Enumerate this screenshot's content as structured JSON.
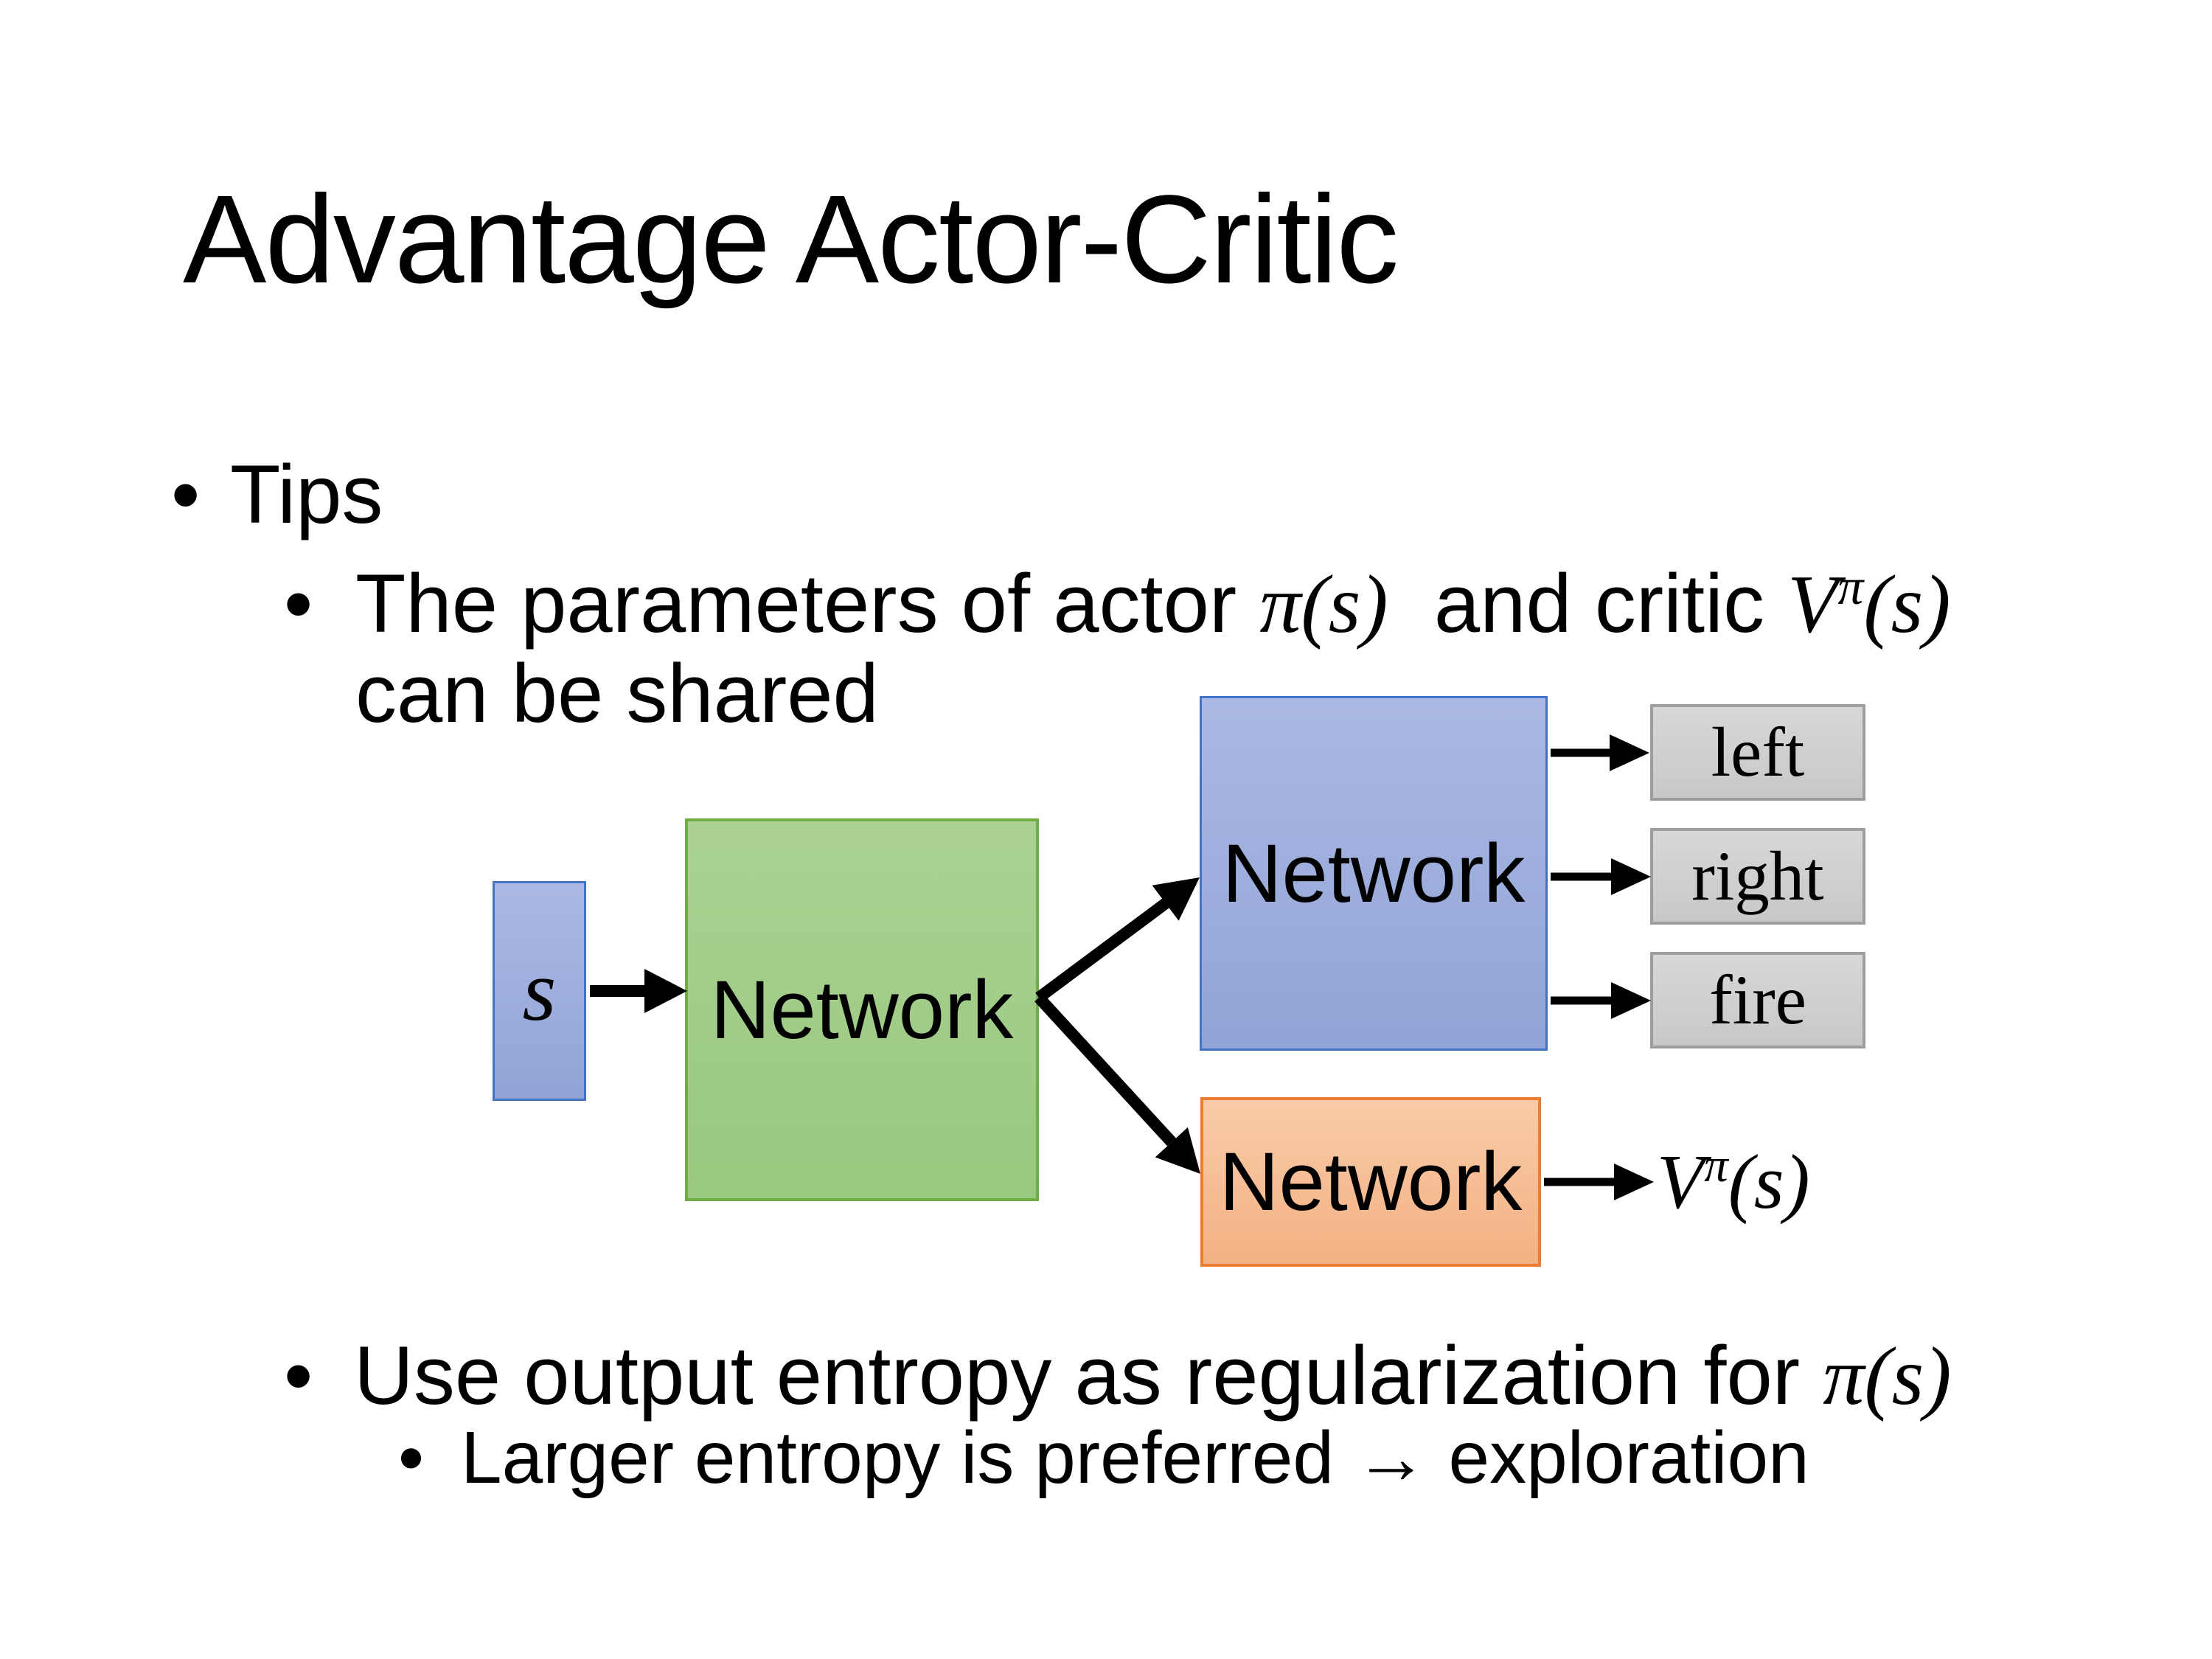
{
  "slide": {
    "title": "Advantage Actor-Critic",
    "bullet_glyph": "•",
    "level1": {
      "tips": "Tips"
    },
    "param": {
      "prefix": "The parameters of actor ",
      "actor_math": "π(s)",
      "mid": "  and critic ",
      "critic_base": "V",
      "critic_sup": "π",
      "critic_args": "(s)",
      "line2": "can be shared"
    },
    "entropy": {
      "prefix": "Use output entropy as regularization for ",
      "math": "π(s)"
    },
    "explore": {
      "text": "Larger entropy is preferred ",
      "arrow": "→",
      "rest": " exploration"
    },
    "diagram": {
      "input_label": "s",
      "shared_network": "Network",
      "actor_network": "Network",
      "critic_network": "Network",
      "actions": [
        "left",
        "right",
        "fire"
      ],
      "value_base": "V",
      "value_sup": "π",
      "value_args": "(s)"
    },
    "colors": {
      "blue_fill_top": "#abb9e3",
      "blue_fill_bottom": "#90a4d7",
      "blue_border": "#4472c4",
      "green_fill_top": "#aad193",
      "green_fill_bottom": "#98c97f",
      "green_border": "#70ad47",
      "orange_fill_top": "#f9cba8",
      "orange_fill_bottom": "#f3b183",
      "orange_border": "#ed7d31",
      "gray_fill_top": "#d7d7d7",
      "gray_fill_bottom": "#c8c8c8",
      "gray_border": "#9e9e9e",
      "arrow": "#000000"
    }
  }
}
